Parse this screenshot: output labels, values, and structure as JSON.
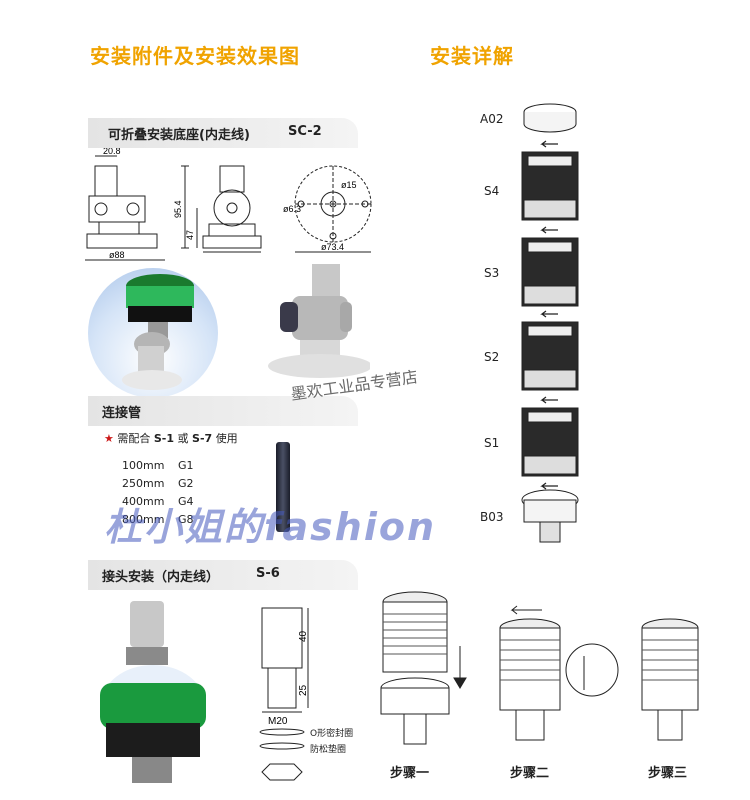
{
  "headings": {
    "left": "安装附件及安装效果图",
    "right": "安装详解"
  },
  "section_sc2": {
    "title": "可折叠安装底座(内走线)",
    "code": "SC-2",
    "dims": [
      "20.8",
      "95.4",
      "47",
      "ø88",
      "ø6.3",
      "ø15",
      "ø73.4"
    ]
  },
  "section_pipe": {
    "title": "连接管",
    "note_prefix": "需配合",
    "note_a": "S-1",
    "note_or": "或",
    "note_b": "S-7",
    "note_suffix": "使用",
    "specs": [
      {
        "len": "100mm",
        "code": "G1"
      },
      {
        "len": "250mm",
        "code": "G2"
      },
      {
        "len": "400mm",
        "code": "G4"
      },
      {
        "len": "800mm",
        "code": "G8"
      }
    ]
  },
  "section_s6": {
    "title": "接头安装（内走线）",
    "code": "S-6",
    "dims": [
      "40",
      "25",
      "M20"
    ],
    "parts": [
      "O形密封圈",
      "防松垫圈"
    ]
  },
  "stack": {
    "labels": [
      "A02",
      "S4",
      "S3",
      "S2",
      "S1",
      "B03"
    ]
  },
  "steps": [
    "步骤一",
    "步骤二",
    "步骤三"
  ],
  "watermarks": {
    "big": "杜小姐的fashion",
    "store": "墨欢工业品专营店"
  },
  "colors": {
    "heading": "#f0a300",
    "green_cap": "#2eb85c",
    "watermark": "#4a5cbe"
  }
}
